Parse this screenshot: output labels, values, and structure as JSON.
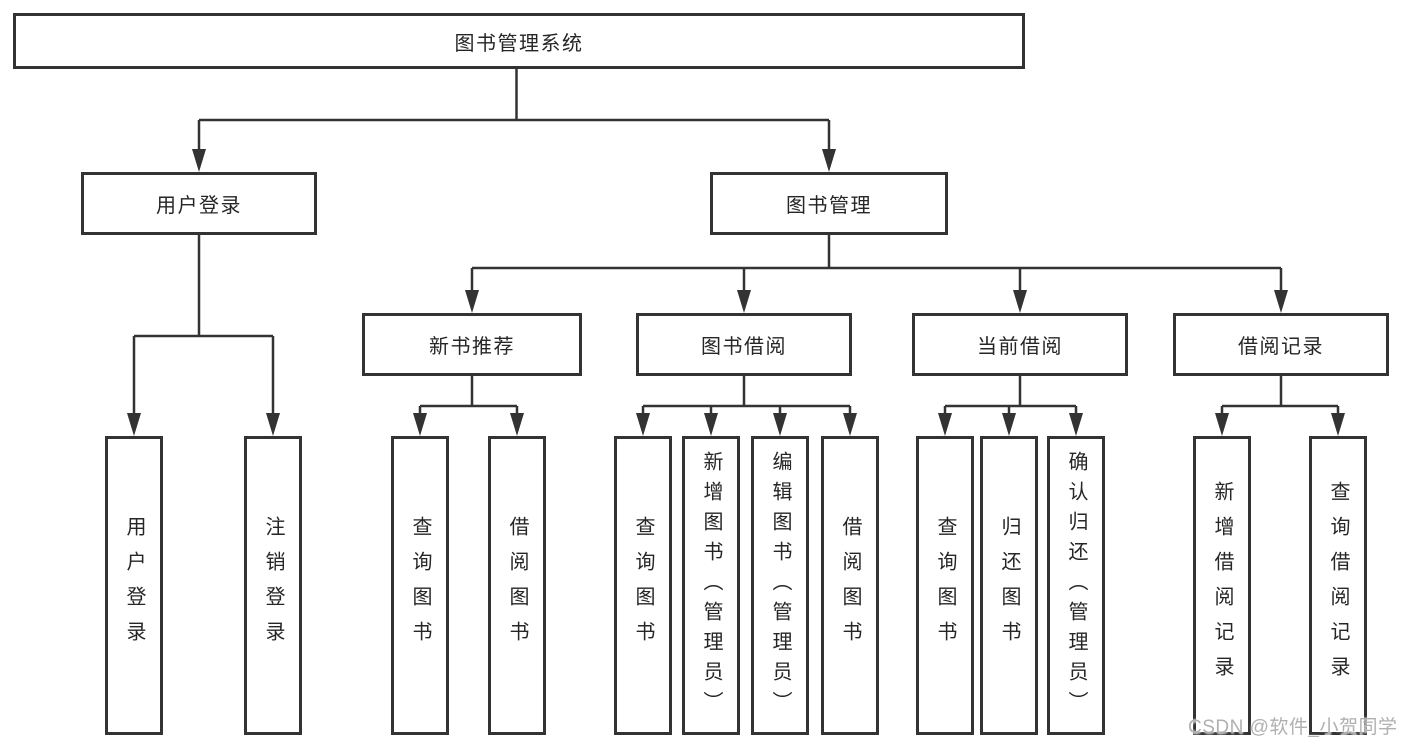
{
  "colors": {
    "line": "#333333",
    "box_border": "#333333",
    "text": "#262626",
    "background": "#ffffff",
    "watermark": "#b0b0b0"
  },
  "watermark": {
    "text": "CSDN @软件_小贺同学"
  },
  "diagram": {
    "root": {
      "label": "图书管理系统"
    },
    "level2": [
      {
        "label": "用户登录",
        "children": [
          "用户登录",
          "注销登录"
        ]
      },
      {
        "label": "图书管理"
      }
    ],
    "level3": [
      {
        "label": "新书推荐",
        "children": [
          "查询图书",
          "借阅图书"
        ]
      },
      {
        "label": "图书借阅",
        "children": [
          "查询图书",
          "新增图书（管理员）",
          "编辑图书（管理员）",
          "借阅图书"
        ]
      },
      {
        "label": "当前借阅",
        "children": [
          "查询图书",
          "归还图书",
          "确认归还（管理员）"
        ]
      },
      {
        "label": "借阅记录",
        "children": [
          "新增借阅记录",
          "查询借阅记录"
        ]
      }
    ]
  }
}
